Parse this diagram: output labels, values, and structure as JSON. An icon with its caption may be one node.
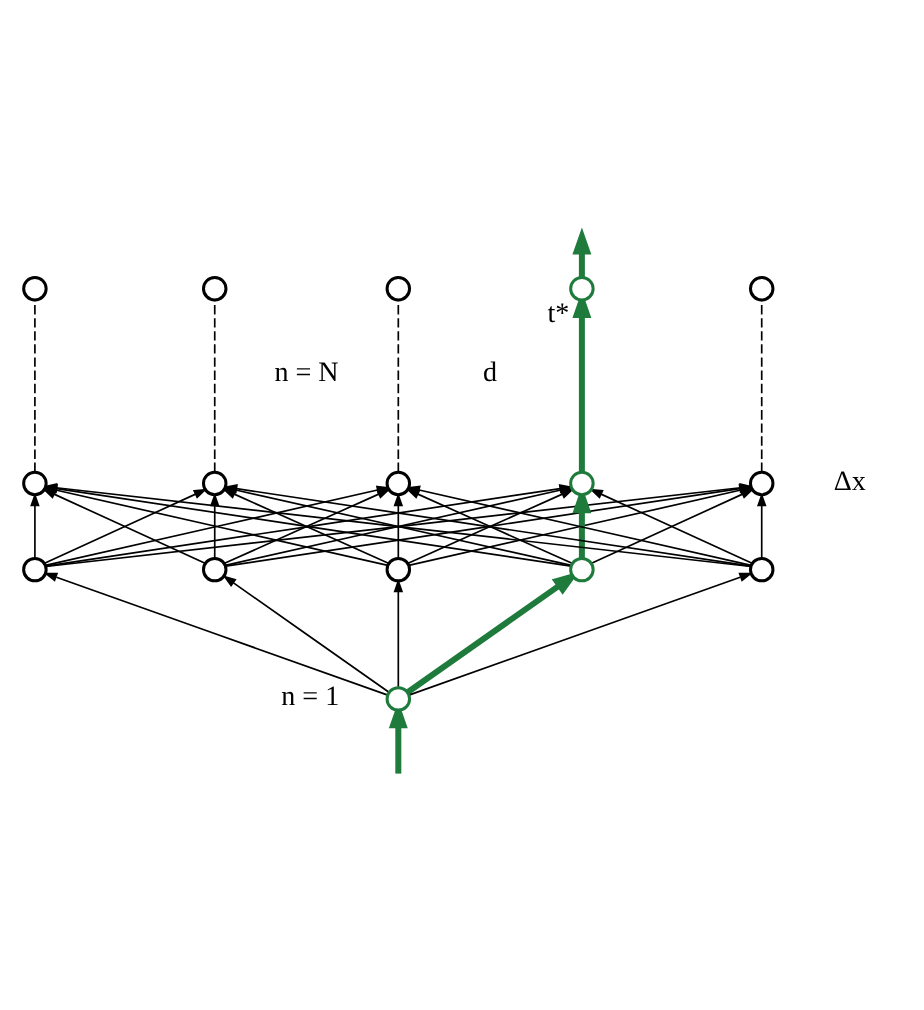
{
  "diagram": {
    "nodes": [
      {
        "text": [],
        "shape": "circle"
      },
      {
        "text": [],
        "shape": "circle"
      },
      {
        "text": [],
        "shape": "circle"
      },
      {
        "text": [],
        "shape": "circle",
        "beside": [
          "t*"
        ]
      },
      {
        "text": [],
        "shape": "circle"
      },
      {
        "text": [],
        "shape": "circle"
      },
      {
        "text": [],
        "shape": "circle"
      },
      {
        "text": [],
        "shape": "circle"
      },
      {
        "text": [],
        "shape": "circle"
      },
      {
        "text": [],
        "shape": "circle"
      },
      {
        "text": [],
        "shape": "circle"
      },
      {
        "text": [],
        "shape": "circle"
      },
      {
        "text": [],
        "shape": "circle"
      },
      {
        "text": [],
        "shape": "circle"
      },
      {
        "text": [],
        "shape": "circle"
      },
      {
        "text": [],
        "shape": "circle"
      }
    ],
    "edges": [
      {
        "from": null,
        "to": 15,
        "arrow": "to",
        "style": "thick",
        "color": "#1e7b3c"
      },
      {
        "from": 15,
        "to": 10,
        "arrow": "to"
      },
      {
        "from": 15,
        "to": 11,
        "arrow": "to"
      },
      {
        "from": 15,
        "to": 12,
        "arrow": "to"
      },
      {
        "from": 15,
        "to": 13,
        "arrow": "to",
        "style": "thick",
        "color": "#1e7b3c"
      },
      {
        "from": 15,
        "to": 14,
        "arrow": "to"
      },
      {
        "from": 10,
        "to": 5,
        "arrow": "to"
      },
      {
        "from": 10,
        "to": 6,
        "arrow": "to"
      },
      {
        "from": 10,
        "to": 7,
        "arrow": "to"
      },
      {
        "from": 10,
        "to": 8,
        "arrow": "to"
      },
      {
        "from": 10,
        "to": 9,
        "arrow": "to"
      },
      {
        "from": 11,
        "to": 5,
        "arrow": "to"
      },
      {
        "from": 11,
        "to": 6,
        "arrow": "to"
      },
      {
        "from": 11,
        "to": 7,
        "arrow": "to"
      },
      {
        "from": 11,
        "to": 8,
        "arrow": "to"
      },
      {
        "from": 11,
        "to": 9,
        "arrow": "to"
      },
      {
        "from": 12,
        "to": 5,
        "arrow": "to"
      },
      {
        "from": 12,
        "to": 6,
        "arrow": "to"
      },
      {
        "from": 12,
        "to": 7,
        "arrow": "to"
      },
      {
        "from": 12,
        "to": 8,
        "arrow": "to"
      },
      {
        "from": 12,
        "to": 9,
        "arrow": "to"
      },
      {
        "from": 13,
        "to": 5,
        "arrow": "to"
      },
      {
        "from": 13,
        "to": 6,
        "arrow": "to"
      },
      {
        "from": 13,
        "to": 7,
        "arrow": "to"
      },
      {
        "from": 13,
        "to": 8,
        "arrow": "to",
        "style": "thick",
        "color": "#1e7b3c"
      },
      {
        "from": 13,
        "to": 9,
        "arrow": "to"
      },
      {
        "from": 14,
        "to": 5,
        "arrow": "to"
      },
      {
        "from": 14,
        "to": 6,
        "arrow": "to"
      },
      {
        "from": 14,
        "to": 7,
        "arrow": "to"
      },
      {
        "from": 14,
        "to": 8,
        "arrow": "to"
      },
      {
        "from": 14,
        "to": 9,
        "arrow": "to"
      },
      {
        "from": 5,
        "to": 0,
        "arrow": "none",
        "style": "dashed"
      },
      {
        "from": 6,
        "to": 1,
        "arrow": "none",
        "style": "dashed"
      },
      {
        "from": 7,
        "to": 2,
        "arrow": "none",
        "style": "dashed"
      },
      {
        "from": 8,
        "to": 3,
        "arrow": "to",
        "style": "thick",
        "color": "#1e7b3c"
      },
      {
        "from": 9,
        "to": 4,
        "arrow": "none",
        "style": "dashed"
      },
      {
        "from": 3,
        "to": null,
        "arrow": "to",
        "style": "thick",
        "color": "#1e7b3c"
      }
    ],
    "labels": [
      "d",
      "n = N",
      "Δx",
      "n = 1"
    ]
  }
}
